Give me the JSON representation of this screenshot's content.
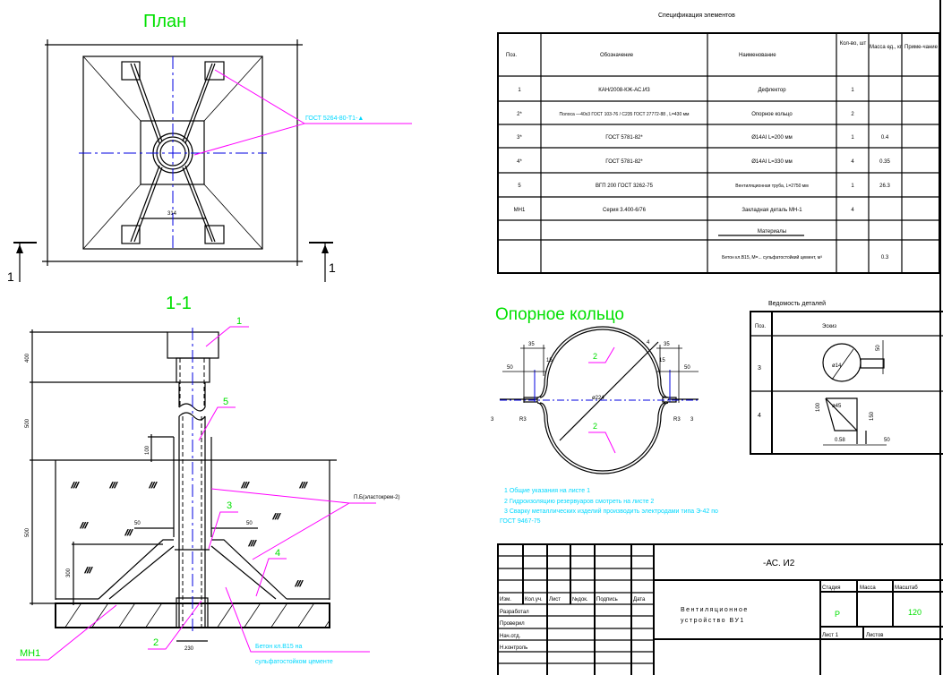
{
  "titles": {
    "plan": "План",
    "section": "1-1",
    "ring": "Опорное кольцо",
    "section_mark": "1"
  },
  "plan": {
    "weld_note": "ГОСТ 5264-80-Т1-▲",
    "dim_inner": "314"
  },
  "section_view": {
    "callouts": [
      "1",
      "5",
      "3",
      "4",
      "2",
      "МН1"
    ],
    "dims": {
      "top": "400",
      "mid": "500",
      "low": "500",
      "collar": "100",
      "cone": "300",
      "left_gap": "50",
      "right_gap": "50",
      "base": "230"
    },
    "seal_label": "П.Б(эластокрем-2)",
    "concrete_note_1": "Бетон кл.В15 на",
    "concrete_note_2": "сульфатостойком цементе"
  },
  "ring": {
    "callout": "2",
    "dims": {
      "width_left": "35",
      "width_right": "35",
      "gap_left": "50",
      "gap_right": "50",
      "h_left": "15",
      "h_right": "15",
      "diameter": "ø224",
      "r_left": "R3",
      "r_right": "R3",
      "t_left": "3",
      "t_right": "3",
      "tab": "4"
    }
  },
  "spec": {
    "title": "Спецификация элементов",
    "headers": [
      "Поз.",
      "Обозначение",
      "Наименование",
      "Кол-во, шт",
      "Масса ед., кг",
      "Приме-чание"
    ],
    "rows": [
      {
        "pos": "1",
        "code": "КАН/2008-КЖ-АС.И3",
        "name": "Дефлектор",
        "qty": "1",
        "mass": "",
        "note": ""
      },
      {
        "pos": "2*",
        "code": "Полоса  —40х3 ГОСТ 103-76 / С235 ГОСТ 27772-88 , L=430 мм",
        "name": "Опорное кольцо",
        "qty": "2",
        "mass": "",
        "note": ""
      },
      {
        "pos": "3*",
        "code": "ГОСТ 5781-82*",
        "name": "Ø14АI    L=200 мм",
        "qty": "1",
        "mass": "0.4",
        "note": ""
      },
      {
        "pos": "4*",
        "code": "ГОСТ 5781-82*",
        "name": "Ø14АI    L=330 мм",
        "qty": "4",
        "mass": "0.35",
        "note": ""
      },
      {
        "pos": "5",
        "code": "ВГП 200 ГОСТ 3262-75",
        "name": "Вентиляционная труба, L=2750 мм",
        "qty": "1",
        "mass": "26.3",
        "note": ""
      },
      {
        "pos": "МН1",
        "code": "Серия 3.400-6/76",
        "name": "Закладная деталь МН-1",
        "qty": "4",
        "mass": "",
        "note": ""
      },
      {
        "pos": "",
        "code": "",
        "name": "Материалы",
        "qty": "",
        "mass": "",
        "note": ""
      },
      {
        "pos": "",
        "code": "",
        "name": "Бетон кл.В15, М=... сульфатостойкий цемент, м³",
        "qty": "",
        "mass": "0.3",
        "note": ""
      }
    ]
  },
  "details": {
    "title": "Ведомость деталей",
    "headers": [
      "Поз.",
      "Эскиз"
    ],
    "rows": [
      {
        "pos": "3",
        "dims": [
          "ø14",
          "50"
        ]
      },
      {
        "pos": "4",
        "dims": [
          "100",
          "ø45",
          "150",
          "0.58",
          "50"
        ]
      }
    ]
  },
  "notes": [
    "1 Общие указания на листе 1",
    "2 Гидроизоляцию резервуаров смотреть на листе 2",
    "3 Сварку металлических изделий производить электродами типа Э-42 по",
    "ГОСТ 9467-75"
  ],
  "title_block": {
    "code": "-АС. И2",
    "name_1": "Вентиляционное",
    "name_2": "устройство ВУ1",
    "col_headers": [
      "Изм.",
      "Кол.уч.",
      "Лист",
      "№док.",
      "Подпись",
      "Дата"
    ],
    "roles": [
      "Разработал",
      "Проверил",
      "Нач.отд.",
      "Н.контроль"
    ],
    "stage_label": "Стадия",
    "sheet_label": "Масса",
    "scale_label": "Масштаб",
    "stage": "Р",
    "scale": "120",
    "sheet_no": "Лист 1",
    "sheets": "Листов"
  },
  "colors": {
    "label_green": "#00e000",
    "leader_magenta": "#ff00ff",
    "note_cyan": "#00d8ff",
    "axis_blue": "#0000e0"
  }
}
